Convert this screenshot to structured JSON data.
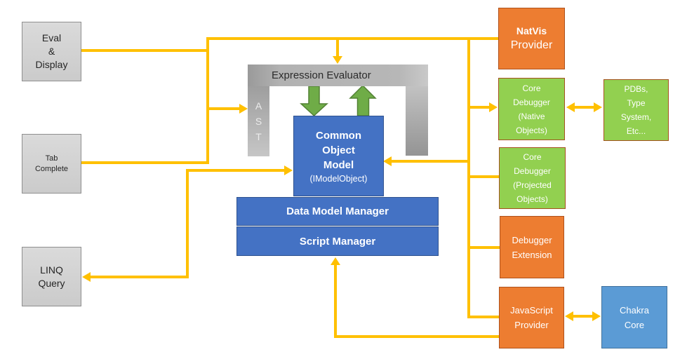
{
  "boxes": {
    "eval_display": "Eval\n&\nDisplay",
    "tab_complete": "Tab\nComplete",
    "linq_query": "LINQ\nQuery"
  },
  "center": {
    "expression_evaluator": "Expression Evaluator",
    "ast": "A\nS\nT",
    "com_title": "Common\nObject\nModel",
    "com_subtitle": "(IModelObject)",
    "data_model_manager": "Data Model Manager",
    "script_manager": "Script Manager"
  },
  "right": {
    "natvis_title": "NatVis",
    "natvis_subtitle": "Provider",
    "core_native": "Core\nDebugger\n(Native\nObjects)",
    "pdbs": "PDBs,\nType\nSystem,\nEtc...",
    "core_projected": "Core\nDebugger\n(Projected\nObjects)",
    "debugger_extension": "Debugger\nExtension",
    "javascript_provider": "JavaScript\nProvider",
    "chakra_core": "Chakra\nCore"
  },
  "colors": {
    "connector": "#FFC000",
    "orange_box": "#ED7D31",
    "green_box": "#92D050",
    "blue_box": "#4472C4",
    "light_blue_box": "#5B9BD5",
    "gray_box": "#D3D3D3",
    "green_arrow": "#6FAC47"
  }
}
